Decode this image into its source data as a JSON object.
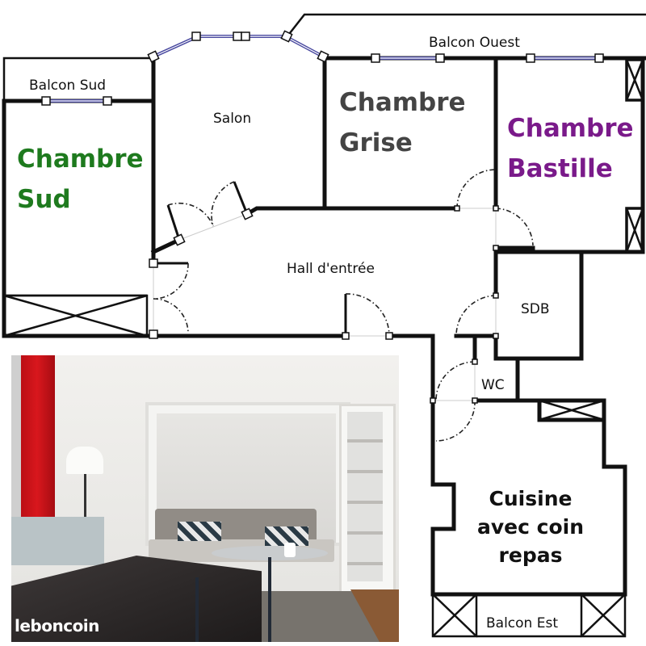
{
  "floor_plan": {
    "rooms": [
      {
        "id": "balcon-sud",
        "label": "Balcon Sud",
        "color": "#111111"
      },
      {
        "id": "salon",
        "label": "Salon",
        "color": "#111111"
      },
      {
        "id": "chambre-sud",
        "label_line1": "Chambre",
        "label_line2": "Sud",
        "color": "#1e7a1e"
      },
      {
        "id": "chambre-grise",
        "label_line1": "Chambre",
        "label_line2": "Grise",
        "color": "#444444"
      },
      {
        "id": "chambre-bastille",
        "label_line1": "Chambre",
        "label_line2": "Bastille",
        "color": "#7a1a8a"
      },
      {
        "id": "balcon-ouest",
        "label": "Balcon Ouest",
        "color": "#111111"
      },
      {
        "id": "hall",
        "label": "Hall d'entrée",
        "color": "#111111"
      },
      {
        "id": "sdb",
        "label": "SDB",
        "color": "#111111"
      },
      {
        "id": "wc",
        "label": "WC",
        "color": "#111111"
      },
      {
        "id": "cuisine",
        "label_line1": "Cuisine",
        "label_line2": "avec coin",
        "label_line3": "repas",
        "color": "#111111"
      },
      {
        "id": "balcon-est",
        "label": "Balcon Est",
        "color": "#111111"
      }
    ],
    "colors": {
      "wall": "#111111",
      "window": "#4a4aa0"
    }
  },
  "photo": {
    "description": "Living room photo: sofa in alcove, floor lamp, red curtain, open glazed door, dark dining table",
    "watermark": "leboncoin",
    "colors": {
      "curtain": "#d0161c",
      "wall": "#e6e5e2",
      "sofa": "#8f8a85",
      "table": "#2a2626",
      "rug": "#77736d",
      "floor": "#8a5a35"
    }
  }
}
